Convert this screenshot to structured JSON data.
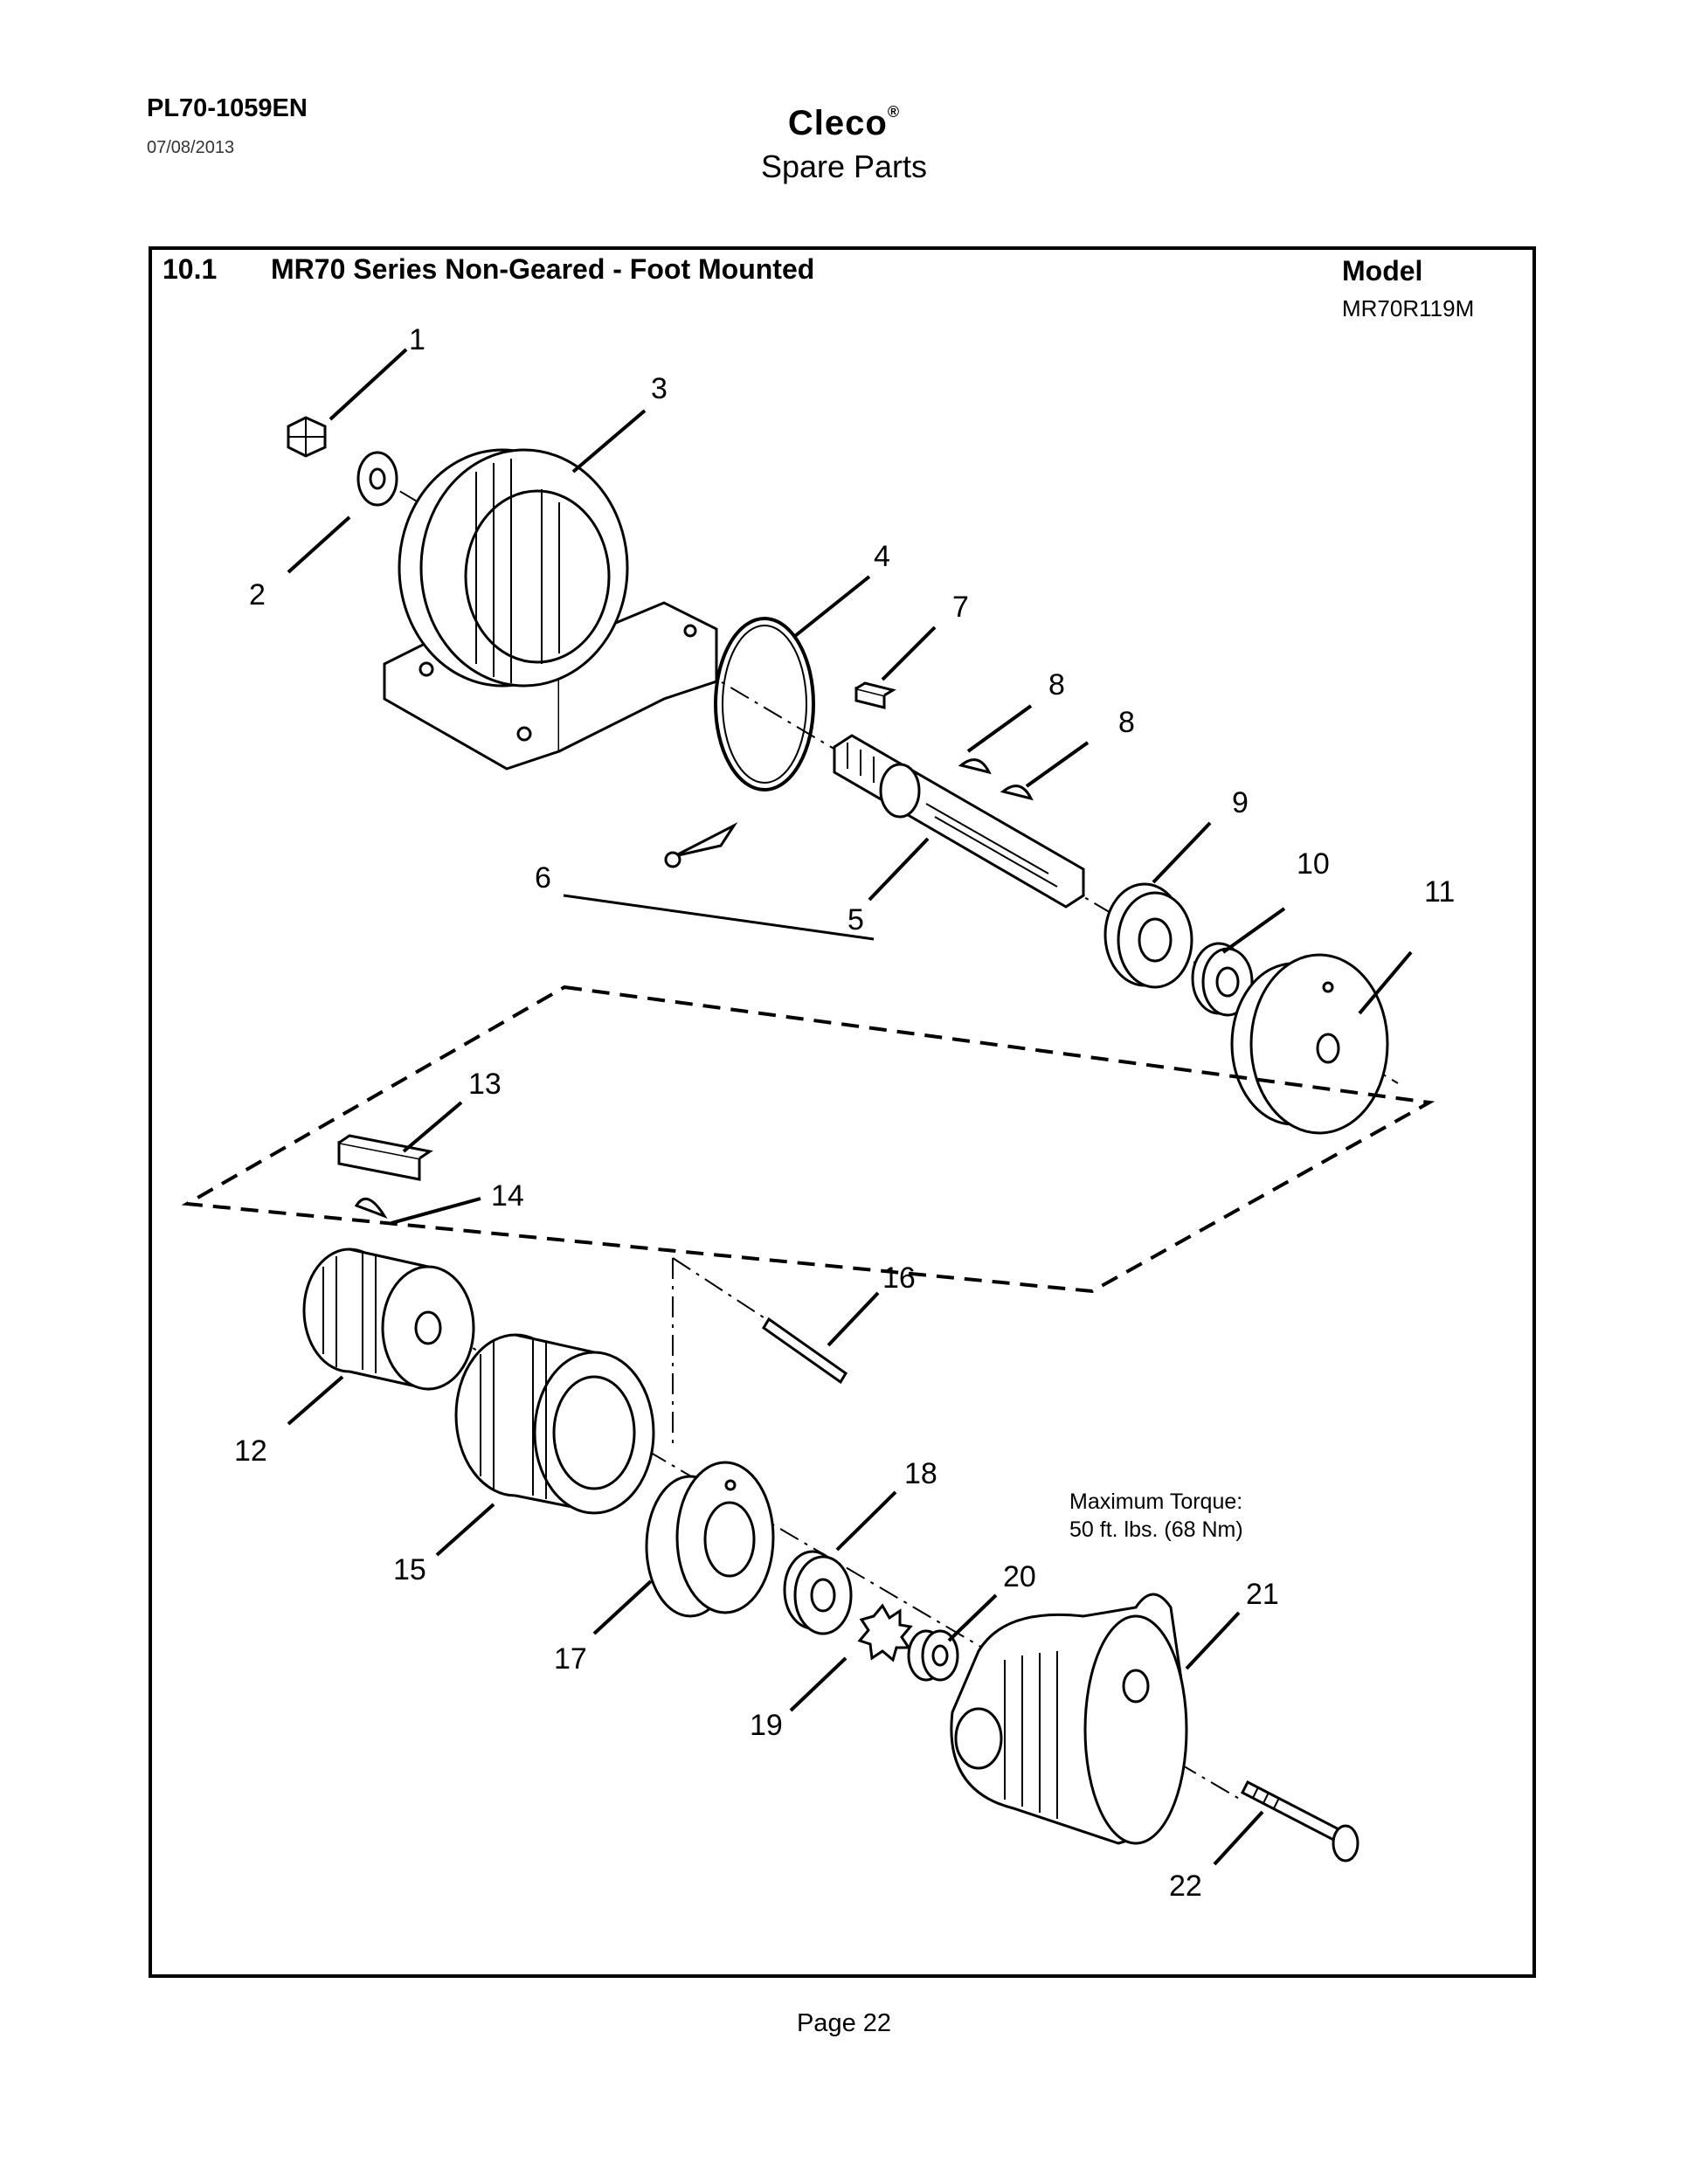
{
  "header": {
    "doc_number": "PL70-1059EN",
    "date": "07/08/2013",
    "brand": "Cleco",
    "brand_mark": "®",
    "subtitle": "Spare Parts"
  },
  "section": {
    "number": "10.1",
    "title": "MR70 Series Non-Geared - Foot Mounted",
    "model_label": "Model",
    "model_value": "MR70R119M"
  },
  "callouts": {
    "c1": "1",
    "c2": "2",
    "c3": "3",
    "c4": "4",
    "c5": "5",
    "c6": "6",
    "c7": "7",
    "c8a": "8",
    "c8b": "8",
    "c9": "9",
    "c10": "10",
    "c11": "11",
    "c12": "12",
    "c13": "13",
    "c14": "14",
    "c15": "15",
    "c16": "16",
    "c17": "17",
    "c18": "18",
    "c19": "19",
    "c20": "20",
    "c21": "21",
    "c22": "22"
  },
  "torque": {
    "line1": "Maximum Torque:",
    "line2": "50 ft. lbs. (68 Nm)"
  },
  "footer": {
    "page": "Page 22"
  }
}
